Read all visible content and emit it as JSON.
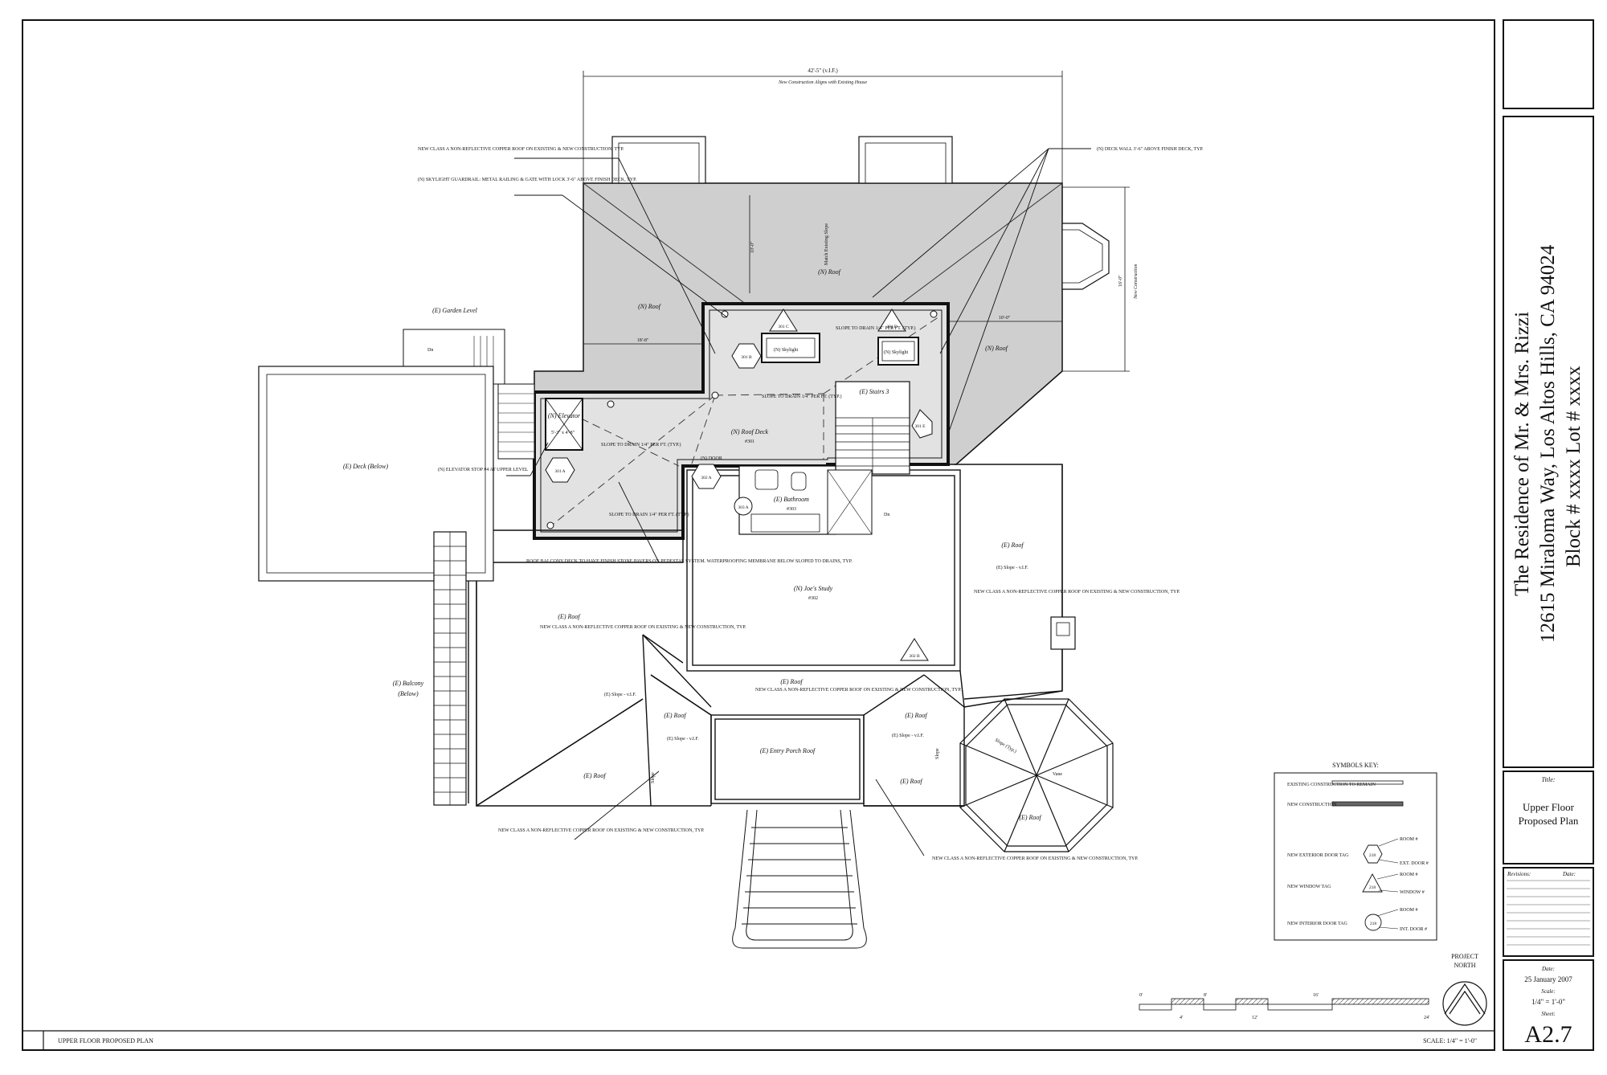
{
  "colors": {
    "ink": "#111111",
    "roof_fill": "#cccccc",
    "deck_fill": "#dcdcdc",
    "paper": "#ffffff"
  },
  "title_block": {
    "line1": "The Residence of Mr. & Mrs. Rizzi",
    "line2": "12615 Miraloma Way, Los Altos Hills, CA 94024",
    "line3": "Block # xxxx   Lot # xxxx",
    "title_label": "Title:",
    "title_value_1": "Upper Floor",
    "title_value_2": "Proposed Plan",
    "revisions_label": "Revisions:",
    "revisions_date_label": "Date:",
    "date_label": "Date:",
    "date_value": "25 January 2007",
    "scale_label": "Scale:",
    "scale_value": "1/4\" = 1'-0\"",
    "sheet_label": "Sheet:",
    "sheet_value": "A2.7"
  },
  "footer": {
    "drawing_title": "UPPER FLOOR PROPOSED PLAN",
    "scale": "SCALE: 1/4\" = 1'-0\""
  },
  "north": {
    "label_1": "PROJECT",
    "label_2": "NORTH"
  },
  "scale_bar": {
    "ticks_top": [
      "0'",
      "8'",
      "16'"
    ],
    "ticks_bottom": [
      "4'",
      "12'",
      "24'"
    ]
  },
  "symbols_key": {
    "title": "SYMBOLS KEY:",
    "rows": [
      {
        "label": "EXISTING CONSTRUCTION TO REMAIN"
      },
      {
        "label": "NEW CONSTRUCTION"
      },
      {
        "label": "NEW EXTERIOR DOOR TAG",
        "tag": "218",
        "note_1": "ROOM #",
        "note_2": "EXT. DOOR #"
      },
      {
        "label": "NEW WINDOW TAG",
        "tag": "218",
        "note_1": "ROOM #",
        "note_2": "WINDOW #"
      },
      {
        "label": "NEW INTERIOR DOOR TAG",
        "tag": "218",
        "note_1": "ROOM #",
        "note_2": "INT. DOOR #"
      }
    ]
  },
  "dimensions": {
    "overall_width": "42'-5\" (v.I.F.)",
    "alignment_note": "New Construction Aligns with Existing House",
    "left_span": "18'-8\"",
    "right_span": "10'-0\"",
    "roof_height": "10'-0\"",
    "right_height": "16'-0\"",
    "new_construction": "New Construction",
    "match_slope": "Match Existing Slope"
  },
  "notes": {
    "copper_roof_top": "NEW CLASS A NON-REFLECTIVE COPPER ROOF ON EXISTING & NEW CONSTRUCTION, TYP.",
    "skylight_guardrail": "(N) SKYLIGHT GUARDRAIL: METAL RAILING & GATE WITH LOCK 3'-6\" ABOVE FINISH DECK, TYP.",
    "deck_wall": "(N) DECK WALL 3'-6\" ABOVE FINISH DECK, TYP.",
    "elevator_stop": "(N) ELEVATOR STOP #4 AT UPPER LEVEL",
    "roof_balcony_deck": "ROOF BALCONY DECK TO HAVE FINISH STONE PAVERS ON PEDESTAL SYSTEM. WATERPROOFING MEMBRANE BELOW SLOPED TO DRAINS, TYP.",
    "copper_roof_left": "NEW CLASS A NON-REFLECTIVE COPPER ROOF ON EXISTING & NEW CONSTRUCTION, TYP.",
    "copper_roof_right": "NEW CLASS A NON-REFLECTIVE COPPER ROOF ON EXISTING & NEW CONSTRUCTION, TYP.",
    "copper_roof_center": "NEW CLASS A NON-REFLECTIVE COPPER ROOF ON EXISTING & NEW CONSTRUCTION, TYP.",
    "copper_roof_bottom_left": "NEW CLASS A NON-REFLECTIVE COPPER ROOF ON EXISTING & NEW CONSTRUCTION, TYP.",
    "copper_roof_bottom_right": "NEW CLASS A NON-REFLECTIVE COPPER ROOF ON EXISTING & NEW CONSTRUCTION, TYP.",
    "slope_drain": "SLOPE TO DRAIN 1/4\" PER FT. (TYP.)"
  },
  "rooms": {
    "garden_level": "(E) Garden Level",
    "deck_below": "(E) Deck (Below)",
    "balcony_1": "(E) Balcony",
    "balcony_2": "(Below)",
    "elevator": "(N) Elevator",
    "elevator_size": "5'-3\" x 4'-8\"",
    "roof_deck": "(N) Roof Deck",
    "roof_deck_no": "#301",
    "bathroom": "(E) Bathroom",
    "bathroom_no": "#303",
    "stairs": "(E) Stairs 3",
    "study": "(N) Joe's Study",
    "study_no": "#302",
    "entry_porch_roof": "(E) Entry Porch Roof",
    "n_roof": "(N) Roof",
    "e_roof": "(E) Roof",
    "skylight": "(N) Skylight",
    "door": "(N) DOOR",
    "dn": "Dn",
    "slope_vif": "(E) Slope - v.I.F.",
    "slope": "Slope",
    "slope_typ": "Slope (Typ.)",
    "vane": "Vane"
  },
  "tags": [
    "301 C",
    "301 D",
    "301 E",
    "301 B",
    "301 A",
    "302 A",
    "303 A",
    "302 B"
  ]
}
